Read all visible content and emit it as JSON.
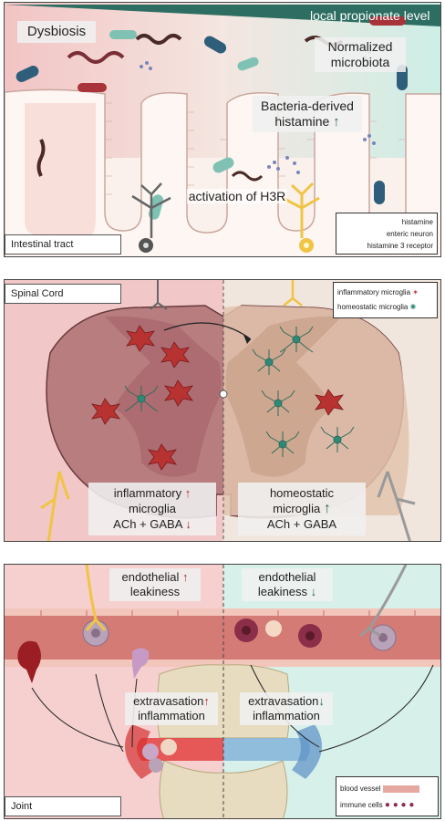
{
  "top": {
    "banner": "local propionate level",
    "dysbiosis": "Dysbiosis",
    "normalized": "Normalized microbiota",
    "bacteria_histamine": "Bacteria-derived histamine",
    "activation": "activation of H3R",
    "section_label": "Intestinal tract",
    "legend": [
      "histamine",
      "enteric neuron",
      "histamine 3 receptor"
    ]
  },
  "middle": {
    "section_label": "Spinal Cord",
    "legend": [
      "inflammatory microglia",
      "homeostatic microglia"
    ],
    "left_box": [
      "inflammatory",
      "microglia",
      "ACh + GABA"
    ],
    "right_box": [
      "homeostatic",
      "microglia",
      "ACh + GABA"
    ]
  },
  "bottom": {
    "section_label": "Joint",
    "left_leak": [
      "endothelial",
      "leakiness"
    ],
    "right_leak": [
      "endothelial",
      "leakiness"
    ],
    "left_extra": [
      "extravasation",
      "inflammation"
    ],
    "right_extra": [
      "extravasation",
      "inflammation"
    ],
    "legend": [
      "blood vessel",
      "immune cells"
    ]
  },
  "colors": {
    "up_red": "#b03030",
    "up_green": "#2a6a4a",
    "down_red": "#b03030",
    "down_green": "#2a6a4a"
  }
}
